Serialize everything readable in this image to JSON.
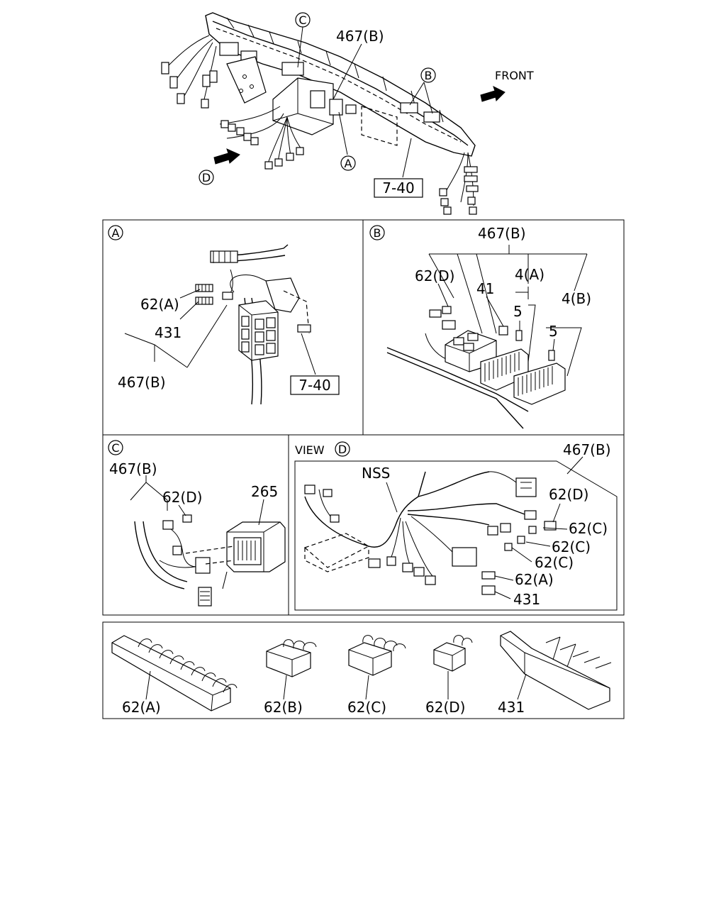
{
  "overview": {
    "callouts": {
      "c": "C",
      "b": "B",
      "a": "A",
      "d": "D"
    },
    "part_467b": "467(B)",
    "front_label": "FRONT",
    "ref_box": "7-40"
  },
  "panel_a": {
    "badge": "A",
    "label_62a": "62(A)",
    "label_431": "431",
    "label_467b": "467(B)",
    "ref_box": "7-40"
  },
  "panel_b": {
    "badge": "B",
    "label_467b": "467(B)",
    "label_62d": "62(D)",
    "label_41": "41",
    "label_4a": "4(A)",
    "label_5_first": "5",
    "label_4b": "4(B)",
    "label_5_second": "5"
  },
  "panel_c": {
    "badge": "C",
    "label_467b": "467(B)",
    "label_62d": "62(D)",
    "label_265": "265"
  },
  "panel_view_d": {
    "view_word": "VIEW",
    "badge": "D",
    "label_467b": "467(B)",
    "label_nss": "NSS",
    "label_62d": "62(D)",
    "label_62c_1": "62(C)",
    "label_62c_2": "62(C)",
    "label_62c_3": "62(C)",
    "label_62a": "62(A)",
    "label_431": "431"
  },
  "parts_row": {
    "items": [
      "62(A)",
      "62(B)",
      "62(C)",
      "62(D)",
      "431"
    ]
  }
}
